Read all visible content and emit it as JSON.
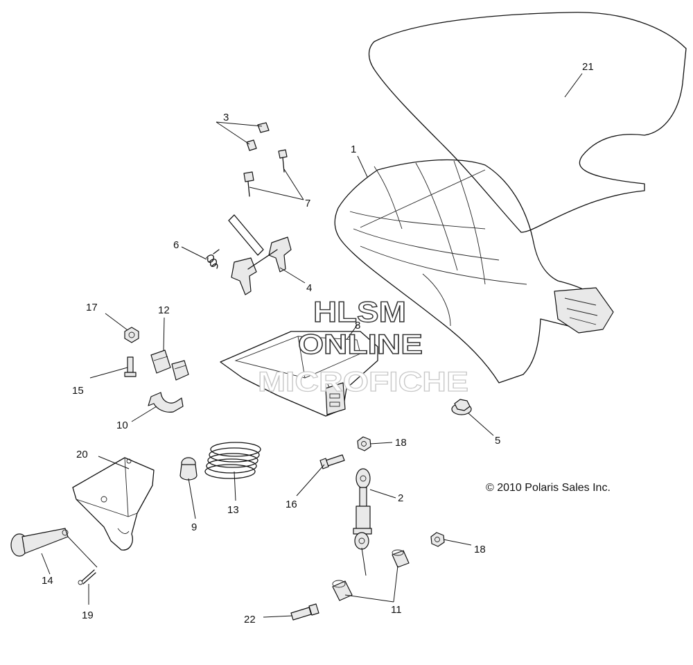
{
  "copyright": "© 2010 Polaris Sales Inc.",
  "watermark": {
    "line1": "HLSM",
    "line2": "ONLINE",
    "line3": "MICROFICHE"
  },
  "callouts": {
    "c1": "1",
    "c2": "2",
    "c3": "3",
    "c4": "4",
    "c5": "5",
    "c6": "6",
    "c7": "7",
    "c8": "8",
    "c9": "9",
    "c10": "10",
    "c11": "11",
    "c12": "12",
    "c13": "13",
    "c14": "14",
    "c15": "15",
    "c16": "16",
    "c17": "17",
    "c18a": "18",
    "c18b": "18",
    "c19": "19",
    "c20": "20",
    "c21": "21",
    "c22": "22"
  }
}
